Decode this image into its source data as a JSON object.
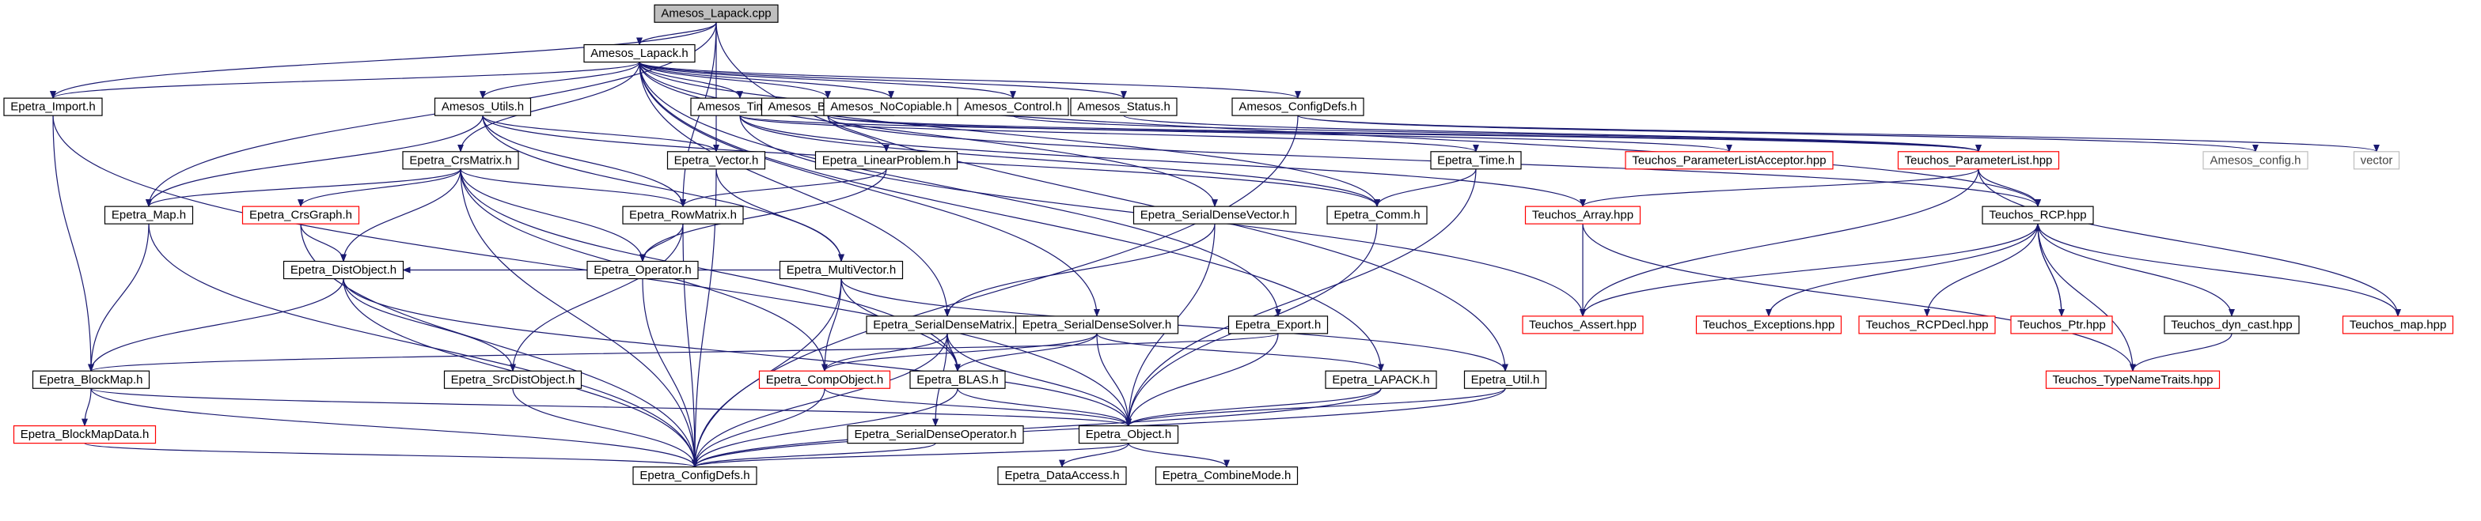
{
  "colors": {
    "edge": "#191970",
    "root_fill": "#bfbfbf",
    "normal_stroke": "#000000",
    "red_stroke": "#ff0000",
    "grey_stroke": "#bfbfbf",
    "grey_text": "#444444"
  },
  "nodes": [
    {
      "id": "root",
      "label": "Amesos_Lapack.cpp",
      "style": "root"
    },
    {
      "id": "lapack_h",
      "label": "Amesos_Lapack.h",
      "style": "normal"
    },
    {
      "id": "import",
      "label": "Epetra_Import.h",
      "style": "normal"
    },
    {
      "id": "utils",
      "label": "Amesos_Utils.h",
      "style": "normal"
    },
    {
      "id": "time",
      "label": "Amesos_Time.h",
      "style": "normal"
    },
    {
      "id": "basesolver",
      "label": "Amesos_BaseSolver.h",
      "style": "normal"
    },
    {
      "id": "nocopiable",
      "label": "Amesos_NoCopiable.h",
      "style": "normal"
    },
    {
      "id": "control",
      "label": "Amesos_Control.h",
      "style": "normal"
    },
    {
      "id": "status",
      "label": "Amesos_Status.h",
      "style": "normal"
    },
    {
      "id": "configdefs_a",
      "label": "Amesos_ConfigDefs.h",
      "style": "normal"
    },
    {
      "id": "crsmatrix",
      "label": "Epetra_CrsMatrix.h",
      "style": "normal"
    },
    {
      "id": "vector",
      "label": "Epetra_Vector.h",
      "style": "normal"
    },
    {
      "id": "linprob",
      "label": "Epetra_LinearProblem.h",
      "style": "normal"
    },
    {
      "id": "etime",
      "label": "Epetra_Time.h",
      "style": "normal"
    },
    {
      "id": "placcept",
      "label": "Teuchos_ParameterListAcceptor.hpp",
      "style": "red"
    },
    {
      "id": "paramlist",
      "label": "Teuchos_ParameterList.hpp",
      "style": "red"
    },
    {
      "id": "aconfig",
      "label": "Amesos_config.h",
      "style": "grey"
    },
    {
      "id": "vec",
      "label": "vector",
      "style": "grey"
    },
    {
      "id": "map",
      "label": "Epetra_Map.h",
      "style": "normal"
    },
    {
      "id": "crsgraph",
      "label": "Epetra_CrsGraph.h",
      "style": "red"
    },
    {
      "id": "rowmatrix",
      "label": "Epetra_RowMatrix.h",
      "style": "normal"
    },
    {
      "id": "serdensevec",
      "label": "Epetra_SerialDenseVector.h",
      "style": "normal"
    },
    {
      "id": "comm",
      "label": "Epetra_Comm.h",
      "style": "normal"
    },
    {
      "id": "array",
      "label": "Teuchos_Array.hpp",
      "style": "red"
    },
    {
      "id": "rcp",
      "label": "Teuchos_RCP.hpp",
      "style": "normal"
    },
    {
      "id": "multivec",
      "label": "Epetra_MultiVector.h",
      "style": "normal"
    },
    {
      "id": "distobj",
      "label": "Epetra_DistObject.h",
      "style": "normal"
    },
    {
      "id": "operator",
      "label": "Epetra_Operator.h",
      "style": "normal"
    },
    {
      "id": "serdensemat",
      "label": "Epetra_SerialDenseMatrix.h",
      "style": "normal"
    },
    {
      "id": "serdensesolver",
      "label": "Epetra_SerialDenseSolver.h",
      "style": "normal"
    },
    {
      "id": "export",
      "label": "Epetra_Export.h",
      "style": "normal"
    },
    {
      "id": "assert",
      "label": "Teuchos_Assert.hpp",
      "style": "red"
    },
    {
      "id": "exceptions",
      "label": "Teuchos_Exceptions.hpp",
      "style": "red"
    },
    {
      "id": "rcpdecl",
      "label": "Teuchos_RCPDecl.hpp",
      "style": "red"
    },
    {
      "id": "ptr",
      "label": "Teuchos_Ptr.hpp",
      "style": "red"
    },
    {
      "id": "dyncast",
      "label": "Teuchos_dyn_cast.hpp",
      "style": "normal"
    },
    {
      "id": "tmap",
      "label": "Teuchos_map.hpp",
      "style": "red"
    },
    {
      "id": "blockmap",
      "label": "Epetra_BlockMap.h",
      "style": "normal"
    },
    {
      "id": "srcdistobj",
      "label": "Epetra_SrcDistObject.h",
      "style": "normal"
    },
    {
      "id": "compobj",
      "label": "Epetra_CompObject.h",
      "style": "red"
    },
    {
      "id": "blas",
      "label": "Epetra_BLAS.h",
      "style": "normal"
    },
    {
      "id": "elapack",
      "label": "Epetra_LAPACK.h",
      "style": "normal"
    },
    {
      "id": "eutil",
      "label": "Epetra_Util.h",
      "style": "normal"
    },
    {
      "id": "typenametraits",
      "label": "Teuchos_TypeNameTraits.hpp",
      "style": "red"
    },
    {
      "id": "blockmapdata",
      "label": "Epetra_BlockMapData.h",
      "style": "red"
    },
    {
      "id": "serdenseop",
      "label": "Epetra_SerialDenseOperator.h",
      "style": "normal"
    },
    {
      "id": "object",
      "label": "Epetra_Object.h",
      "style": "normal"
    },
    {
      "id": "econfig",
      "label": "Epetra_ConfigDefs.h",
      "style": "normal"
    },
    {
      "id": "dataaccess",
      "label": "Epetra_DataAccess.h",
      "style": "normal"
    },
    {
      "id": "combinemode",
      "label": "Epetra_CombineMode.h",
      "style": "normal"
    }
  ],
  "edges": [
    [
      "root",
      "lapack_h"
    ],
    [
      "root",
      "import"
    ],
    [
      "root",
      "map"
    ],
    [
      "root",
      "vector"
    ],
    [
      "root",
      "rowmatrix"
    ],
    [
      "root",
      "eutil"
    ],
    [
      "lapack_h",
      "import"
    ],
    [
      "lapack_h",
      "utils"
    ],
    [
      "lapack_h",
      "time"
    ],
    [
      "lapack_h",
      "basesolver"
    ],
    [
      "lapack_h",
      "nocopiable"
    ],
    [
      "lapack_h",
      "control"
    ],
    [
      "lapack_h",
      "status"
    ],
    [
      "lapack_h",
      "configdefs_a"
    ],
    [
      "lapack_h",
      "crsmatrix"
    ],
    [
      "lapack_h",
      "serdensevec"
    ],
    [
      "lapack_h",
      "comm"
    ],
    [
      "lapack_h",
      "serdensemat"
    ],
    [
      "lapack_h",
      "serdensesolver"
    ],
    [
      "lapack_h",
      "export"
    ],
    [
      "lapack_h",
      "elapack"
    ],
    [
      "lapack_h",
      "rcp"
    ],
    [
      "import",
      "blockmap"
    ],
    [
      "import",
      "object"
    ],
    [
      "utils",
      "vector"
    ],
    [
      "utils",
      "rowmatrix"
    ],
    [
      "utils",
      "comm"
    ],
    [
      "utils",
      "multivec"
    ],
    [
      "utils",
      "map"
    ],
    [
      "time",
      "comm"
    ],
    [
      "time",
      "etime"
    ],
    [
      "time",
      "paramlist"
    ],
    [
      "time",
      "array"
    ],
    [
      "time",
      "assert"
    ],
    [
      "basesolver",
      "linprob"
    ],
    [
      "basesolver",
      "placcept"
    ],
    [
      "basesolver",
      "paramlist"
    ],
    [
      "basesolver",
      "rcp"
    ],
    [
      "control",
      "paramlist"
    ],
    [
      "status",
      "paramlist"
    ],
    [
      "configdefs_a",
      "aconfig"
    ],
    [
      "configdefs_a",
      "vec"
    ],
    [
      "configdefs_a",
      "econfig"
    ],
    [
      "crsmatrix",
      "map"
    ],
    [
      "crsmatrix",
      "crsgraph"
    ],
    [
      "crsmatrix",
      "rowmatrix"
    ],
    [
      "crsmatrix",
      "distobj"
    ],
    [
      "crsmatrix",
      "operator"
    ],
    [
      "crsmatrix",
      "compobj"
    ],
    [
      "crsmatrix",
      "blas"
    ],
    [
      "crsmatrix",
      "econfig"
    ],
    [
      "vector",
      "multivec"
    ],
    [
      "vector",
      "econfig"
    ],
    [
      "linprob",
      "rowmatrix"
    ],
    [
      "linprob",
      "operator"
    ],
    [
      "etime",
      "comm"
    ],
    [
      "etime",
      "object"
    ],
    [
      "paramlist",
      "rcp"
    ],
    [
      "paramlist",
      "array"
    ],
    [
      "paramlist",
      "assert"
    ],
    [
      "paramlist",
      "tmap"
    ],
    [
      "map",
      "blockmap"
    ],
    [
      "map",
      "econfig"
    ],
    [
      "crsgraph",
      "distobj"
    ],
    [
      "crsgraph",
      "econfig"
    ],
    [
      "rowmatrix",
      "operator"
    ],
    [
      "rowmatrix",
      "srcdistobj"
    ],
    [
      "rowmatrix",
      "econfig"
    ],
    [
      "serdensevec",
      "serdensemat"
    ],
    [
      "serdensevec",
      "object"
    ],
    [
      "comm",
      "object"
    ],
    [
      "array",
      "assert"
    ],
    [
      "array",
      "typenametraits"
    ],
    [
      "rcp",
      "assert"
    ],
    [
      "rcp",
      "exceptions"
    ],
    [
      "rcp",
      "rcpdecl"
    ],
    [
      "rcp",
      "ptr"
    ],
    [
      "rcp",
      "dyncast"
    ],
    [
      "rcp",
      "tmap"
    ],
    [
      "rcp",
      "typenametraits"
    ],
    [
      "multivec",
      "distobj"
    ],
    [
      "multivec",
      "compobj"
    ],
    [
      "multivec",
      "blas"
    ],
    [
      "multivec",
      "eutil"
    ],
    [
      "multivec",
      "econfig"
    ],
    [
      "distobj",
      "blockmap"
    ],
    [
      "distobj",
      "srcdistobj"
    ],
    [
      "distobj",
      "object"
    ],
    [
      "distobj",
      "econfig"
    ],
    [
      "operator",
      "econfig"
    ],
    [
      "serdensemat",
      "compobj"
    ],
    [
      "serdensemat",
      "blas"
    ],
    [
      "serdensemat",
      "serdenseop"
    ],
    [
      "serdensemat",
      "object"
    ],
    [
      "serdensemat",
      "econfig"
    ],
    [
      "serdensesolver",
      "compobj"
    ],
    [
      "serdensesolver",
      "blas"
    ],
    [
      "serdensesolver",
      "elapack"
    ],
    [
      "serdensesolver",
      "object"
    ],
    [
      "export",
      "blockmap"
    ],
    [
      "export",
      "object"
    ],
    [
      "ptr",
      "rcp"
    ],
    [
      "dyncast",
      "typenametraits"
    ],
    [
      "blockmap",
      "blockmapdata"
    ],
    [
      "blockmap",
      "object"
    ],
    [
      "blockmap",
      "econfig"
    ],
    [
      "srcdistobj",
      "econfig"
    ],
    [
      "compobj",
      "object"
    ],
    [
      "compobj",
      "econfig"
    ],
    [
      "blas",
      "object"
    ],
    [
      "blas",
      "econfig"
    ],
    [
      "elapack",
      "object"
    ],
    [
      "elapack",
      "econfig"
    ],
    [
      "eutil",
      "object"
    ],
    [
      "eutil",
      "econfig"
    ],
    [
      "blockmapdata",
      "econfig"
    ],
    [
      "serdenseop",
      "econfig"
    ],
    [
      "object",
      "econfig"
    ],
    [
      "object",
      "dataaccess"
    ],
    [
      "object",
      "combinemode"
    ]
  ]
}
